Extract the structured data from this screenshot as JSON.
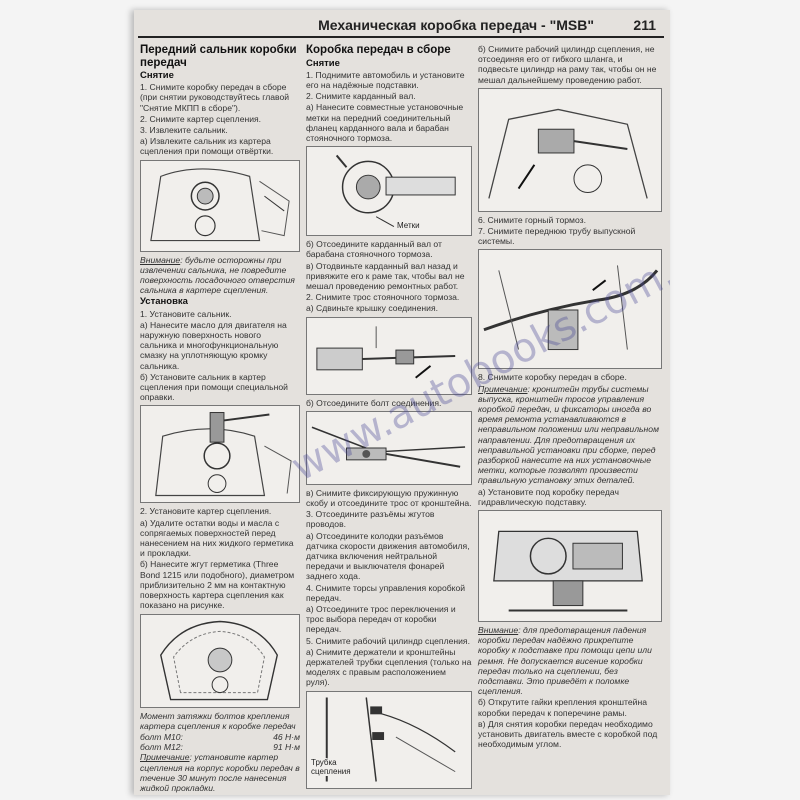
{
  "header": {
    "title": "Механическая коробка передач - \"MSB\"",
    "page_number": "211"
  },
  "watermark": "www.autobooks.com.ua",
  "col1": {
    "title": "Передний сальник коробки передач",
    "removal_heading": "Снятие",
    "removal_steps": [
      "1. Снимите коробку передач в сборе (при снятии руководствуйтесь главой \"Снятие МКПП в сборе\").",
      "2. Снимите картер сцепления.",
      "3. Извлеките сальник.",
      "а) Извлеките сальник из картера сцепления при помощи отвёртки."
    ],
    "warning_label": "Внимание",
    "warning_text": ": будьте осторожны при извлечении сальника, не повредите поверхность посадочного отверстия сальника в картере сцепления.",
    "install_heading": "Установка",
    "install_steps": [
      "1. Установите сальник.",
      "а) Нанесите масло для двигателя на наружную поверхность нового сальника и многофункциональную смазку на уплотняющую кромку сальника.",
      "б) Установите сальник в картер сцепления при помощи специальной оправки."
    ],
    "install_steps2": [
      "2. Установите картер сцепления.",
      "а) Удалите остатки воды и масла с сопрягаемых поверхностей перед нанесением на них жидкого герметика и прокладки.",
      "б) Нанесите жгут герметика (Three Bond 1215 или подобного), диаметром приблизительно 2 мм на контактную поверхность картера сцепления как показано на рисунке."
    ],
    "torque_title": "Момент затяжки болтов крепления картера сцепления к коробке передач",
    "torque_rows": [
      {
        "bolt": "болт М10:",
        "value": "46 Н·м"
      },
      {
        "bolt": "болт М12:",
        "value": "91 Н·м"
      }
    ],
    "note_label": "Примечание",
    "note_text": ": установите картер сцепления на корпус коробки передач в течение 30 минут после нанесения жидкой прокладки."
  },
  "col2": {
    "title": "Коробка передач в сборе",
    "heading": "Снятие",
    "steps_a": [
      "1. Поднимите автомобиль и установите его на надёжные подставки.",
      "2. Снимите карданный вал.",
      "а) Нанесите совместные установочные метки на передний соединительный фланец карданного вала и барабан стояночного тормоза."
    ],
    "fig1_label": "Метки",
    "steps_b": [
      "б) Отсоедините карданный вал от барабана стояночного тормоза.",
      "в) Отодвиньте карданный вал назад и привяжите его к раме так, чтобы вал не мешал проведению ремонтных работ.",
      "2. Снимите трос стояночного тормоза.",
      "а) Сдвиньте крышку соединения."
    ],
    "step_c": "б) Отсоедините болт соединения.",
    "steps_d": [
      "в) Снимите фиксирующую пружинную скобу и отсоедините трос от кронштейна.",
      "3. Отсоедините разъёмы жгутов проводов.",
      "а) Отсоедините колодки разъёмов датчика скорости движения автомобиля, датчика включения нейтральной передачи и выключателя фонарей заднего хода.",
      "4. Снимите торсы управления коробкой передач.",
      "а) Отсоедините трос переключения и трос выбора передач от коробки передач.",
      "5. Снимите рабочий цилиндр сцепления.",
      "а) Снимите держатели и кронштейны держателей трубки сцепления (только на моделях с правым расположением руля)."
    ],
    "fig4_label": "Трубка сцепления"
  },
  "col3": {
    "step_top": "б) Снимите рабочий цилиндр сцепления, не отсоединяя его от гибкого шланга, и подвесьте цилиндр на раму так, чтобы он не мешал дальнейшему проведению работ.",
    "steps_mid": [
      "6. Снимите горный тормоз.",
      "7. Снимите переднюю трубу выпускной системы."
    ],
    "step8": "8. Снимите коробку передач в сборе.",
    "note_label": "Примечание",
    "note_text": ": кронштейн трубы системы выпуска, кронштейн тросов управления коробкой передач, и фиксаторы иногда во время ремонта устанавливаются в неправильном положении или неправильном направлении. Для предотвращения их неправильной установки при сборке, перед разборкой нанесите на них установочные метки, которые позволят произвести правильную установку этих деталей.",
    "step8a": "а) Установите под коробку передач гидравлическую подставку.",
    "warning_label": "Внимание",
    "warning_text": ": для предотвращения падения коробки передач надёжно прикрепите коробку к подставке при помощи цепи или ремня. Не допускается висение коробки передач только на сцеплении, без подставки. Это приведёт к поломке сцепления.",
    "steps_end": [
      "б) Открутите гайки крепления кронштейна коробки передач к поперечине рамы.",
      "в) Для снятия коробки передач необходимо установить двигатель вместе с коробкой под необходимым углом."
    ]
  }
}
